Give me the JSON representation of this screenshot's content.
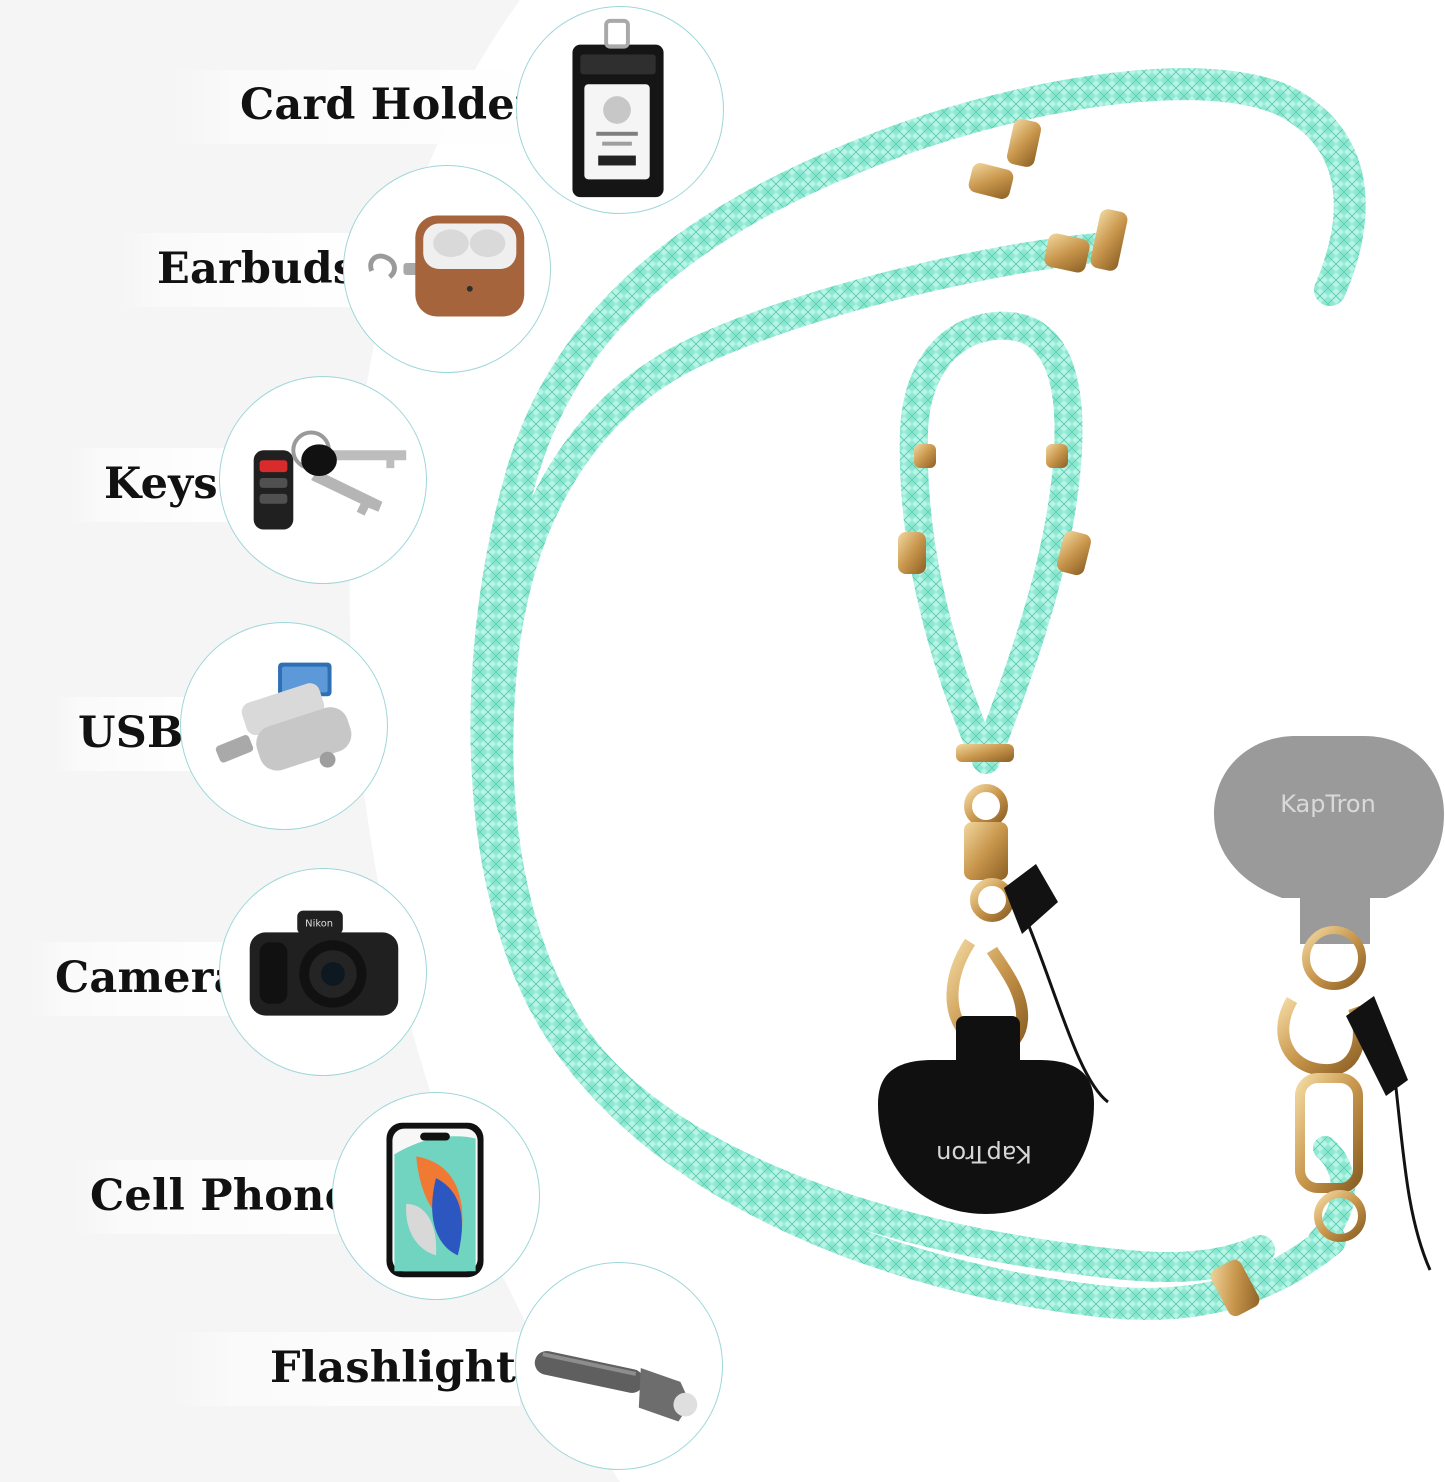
{
  "accessories": [
    {
      "id": "card-holder",
      "label": "Card Holder",
      "icon": "card-holder-icon"
    },
    {
      "id": "earbuds",
      "label": "Earbuds",
      "icon": "earbuds-case-icon"
    },
    {
      "id": "keys",
      "label": "Keys",
      "icon": "keys-icon"
    },
    {
      "id": "usb",
      "label": "USB",
      "icon": "usb-drive-icon"
    },
    {
      "id": "camera",
      "label": "Camera",
      "icon": "camera-icon"
    },
    {
      "id": "cell-phone",
      "label": "Cell Phone",
      "icon": "cell-phone-icon"
    },
    {
      "id": "flashlight",
      "label": "Flashlight",
      "icon": "flashlight-icon"
    }
  ],
  "brand": {
    "name": "KapTron",
    "mirrored_name": "KapTron"
  },
  "colors": {
    "cord": "#8fe8d2",
    "cord_dark": "#5fd0b6",
    "metal": "#c89b54",
    "metal_light": "#f0d29a",
    "tab_gray": "#9a9a9a",
    "tab_black": "#101010",
    "bubble_border": "#9fd6d9"
  },
  "camera_brand": "Nikon"
}
